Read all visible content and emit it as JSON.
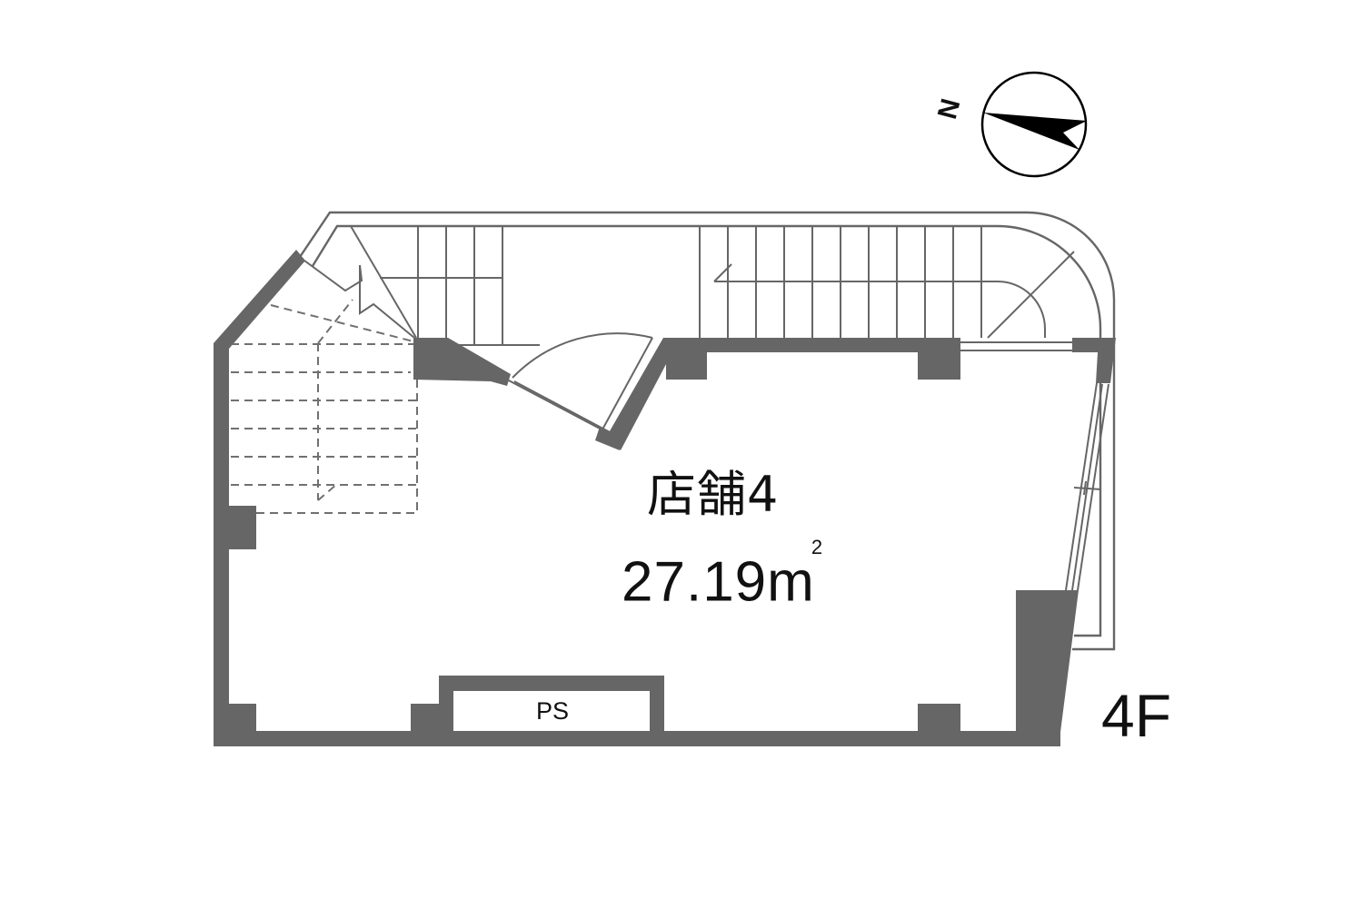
{
  "diagram": {
    "type": "floor-plan",
    "room": {
      "name": "店舗4",
      "area_value": "27.19m",
      "area_unit_superscript": "2"
    },
    "shaft_label": "PS",
    "floor_label": "4F",
    "compass": {
      "north_label": "N",
      "icon": "north-arrow-icon"
    },
    "colors": {
      "wall": "#666666",
      "line": "#666666",
      "text": "#111111",
      "background": "#ffffff"
    }
  }
}
